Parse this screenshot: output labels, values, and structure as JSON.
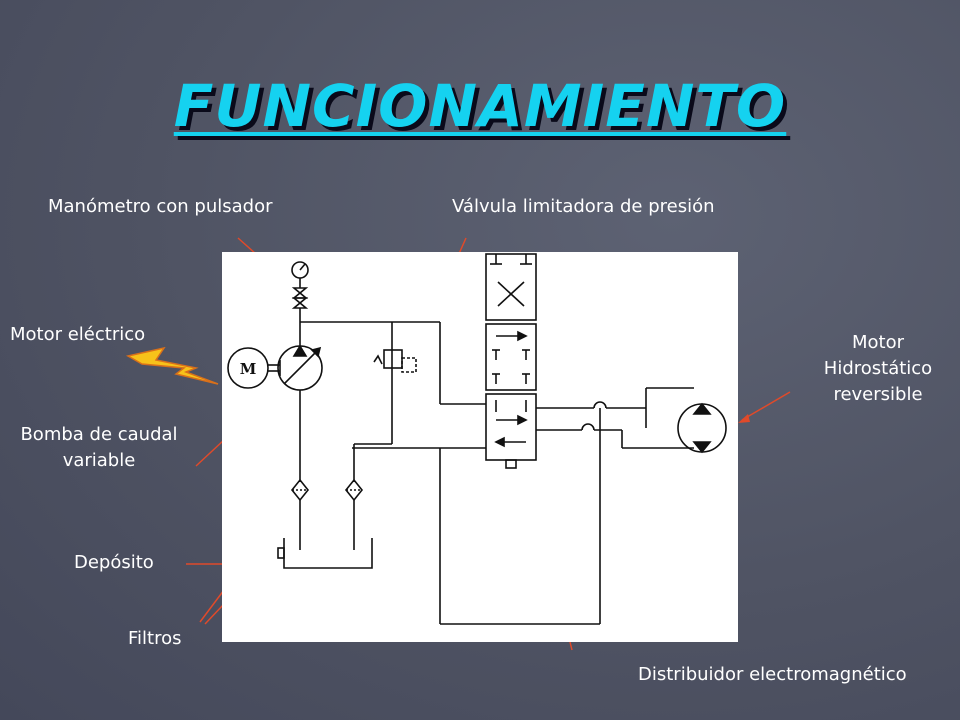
{
  "slide": {
    "title": "FUNCIONAMIENTO"
  },
  "labels": {
    "manometro": "Manómetro con pulsador",
    "valvula": "Válvula limitadora de presión",
    "motor_electrico": "Motor eléctrico",
    "bomba_line1": "Bomba de caudal",
    "bomba_line2": "variable",
    "deposito": "Depósito",
    "filtros": "Filtros",
    "motor_hidro_line1": "Motor",
    "motor_hidro_line2": "Hidrostático",
    "motor_hidro_line3": "reversible",
    "distribuidor": "Distribuidor electromagnético"
  },
  "diagram": {
    "motor_symbol": "M"
  },
  "colors": {
    "background": "#4f5363",
    "title": "#15d2f0",
    "leader": "#e04a2a",
    "lightning": "#f7c21a"
  }
}
